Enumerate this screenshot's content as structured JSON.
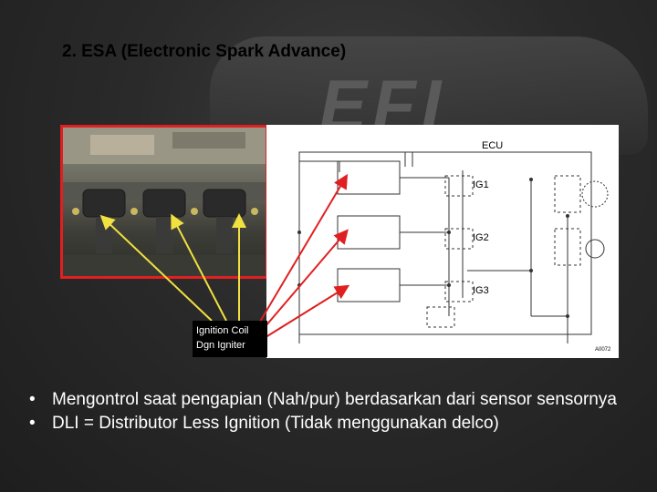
{
  "slide": {
    "title": "2. ESA (Electronic Spark Advance)",
    "background_text": "EFI",
    "accent_color": "#e02020",
    "arrow_color": "#f0e040"
  },
  "diagram": {
    "ecu_label": "ECU",
    "ig_labels": [
      "IG1",
      "IG2",
      "IG3"
    ],
    "code": "A0072"
  },
  "coil_label": {
    "line1": "Ignition Coil",
    "line2": "Dgn Igniter"
  },
  "bullets": [
    {
      "text": "Mengontrol saat pengapian (Nah/pur) berdasarkan dari sensor sensornya"
    },
    {
      "text": "DLI = Distributor Less Ignition (Tidak menggunakan delco)"
    }
  ]
}
